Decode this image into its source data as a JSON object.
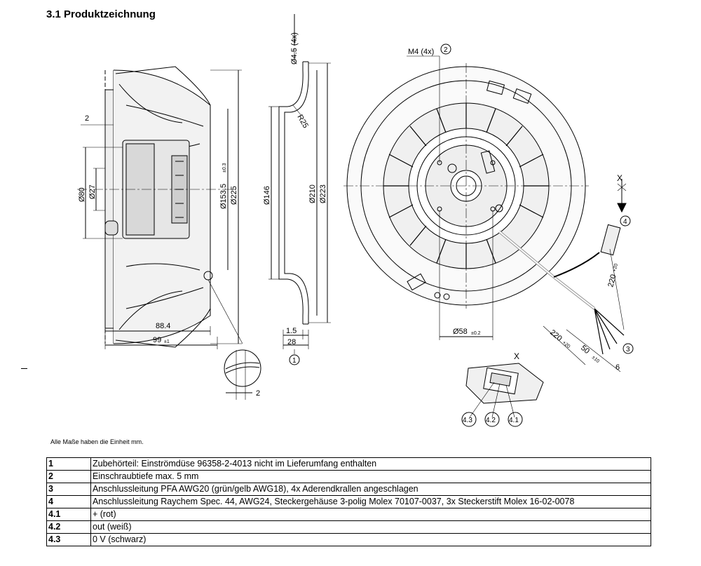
{
  "section_title": "3.1 Produktzeichnung",
  "units_note": "Alle Maße haben die Einheit mm.",
  "dims": {
    "d_gap_left": "2",
    "d80": "Ø80",
    "d27": "Ø27",
    "d153": "Ø153.5",
    "d153_tol": "±0.3",
    "d225": "Ø225",
    "len_88": "88.4",
    "len_99": "99",
    "len_99_tol": "±1",
    "d45": "Ø4.5 (4x)",
    "r25": "R25",
    "d146": "Ø146",
    "d210": "Ø210",
    "d223": "Ø223",
    "len_15": "1.5",
    "len_28": "28",
    "detail_2": "2",
    "m4": "M4 (4x)",
    "d58": "Ø58",
    "d58_tol": "±0.2",
    "cable_220a": "220",
    "cable_220a_tol": "+20",
    "cable_220b": "220",
    "cable_220b_tol": "+20",
    "len_50": "50",
    "len_50_tol": "±10",
    "len_6": "6",
    "view_x": "X",
    "view_x_label": "X"
  },
  "callouts": {
    "c1": "1",
    "c2": "2",
    "c3": "3",
    "c4": "4",
    "c41": "4.1",
    "c42": "4.2",
    "c43": "4.3"
  },
  "legend_rows": [
    {
      "num": "1",
      "text": "Zubehörteil: Einströmdüse 96358-2-4013 nicht im Lieferumfang enthalten"
    },
    {
      "num": "2",
      "text": "Einschraubtiefe max. 5 mm"
    },
    {
      "num": "3",
      "text": "Anschlussleitung PFA AWG20 (grün/gelb AWG18), 4x Aderendkrallen angeschlagen"
    },
    {
      "num": "4",
      "text": "Anschlussleitung Raychem Spec. 44, AWG24, Steckergehäuse 3-polig Molex 70107-0037, 3x Steckerstift Molex 16-02-0078"
    },
    {
      "num": "4.1",
      "text": "+ (rot)"
    },
    {
      "num": "4.2",
      "text": "out (weiß)"
    },
    {
      "num": "4.3",
      "text": "0 V (schwarz)"
    }
  ]
}
